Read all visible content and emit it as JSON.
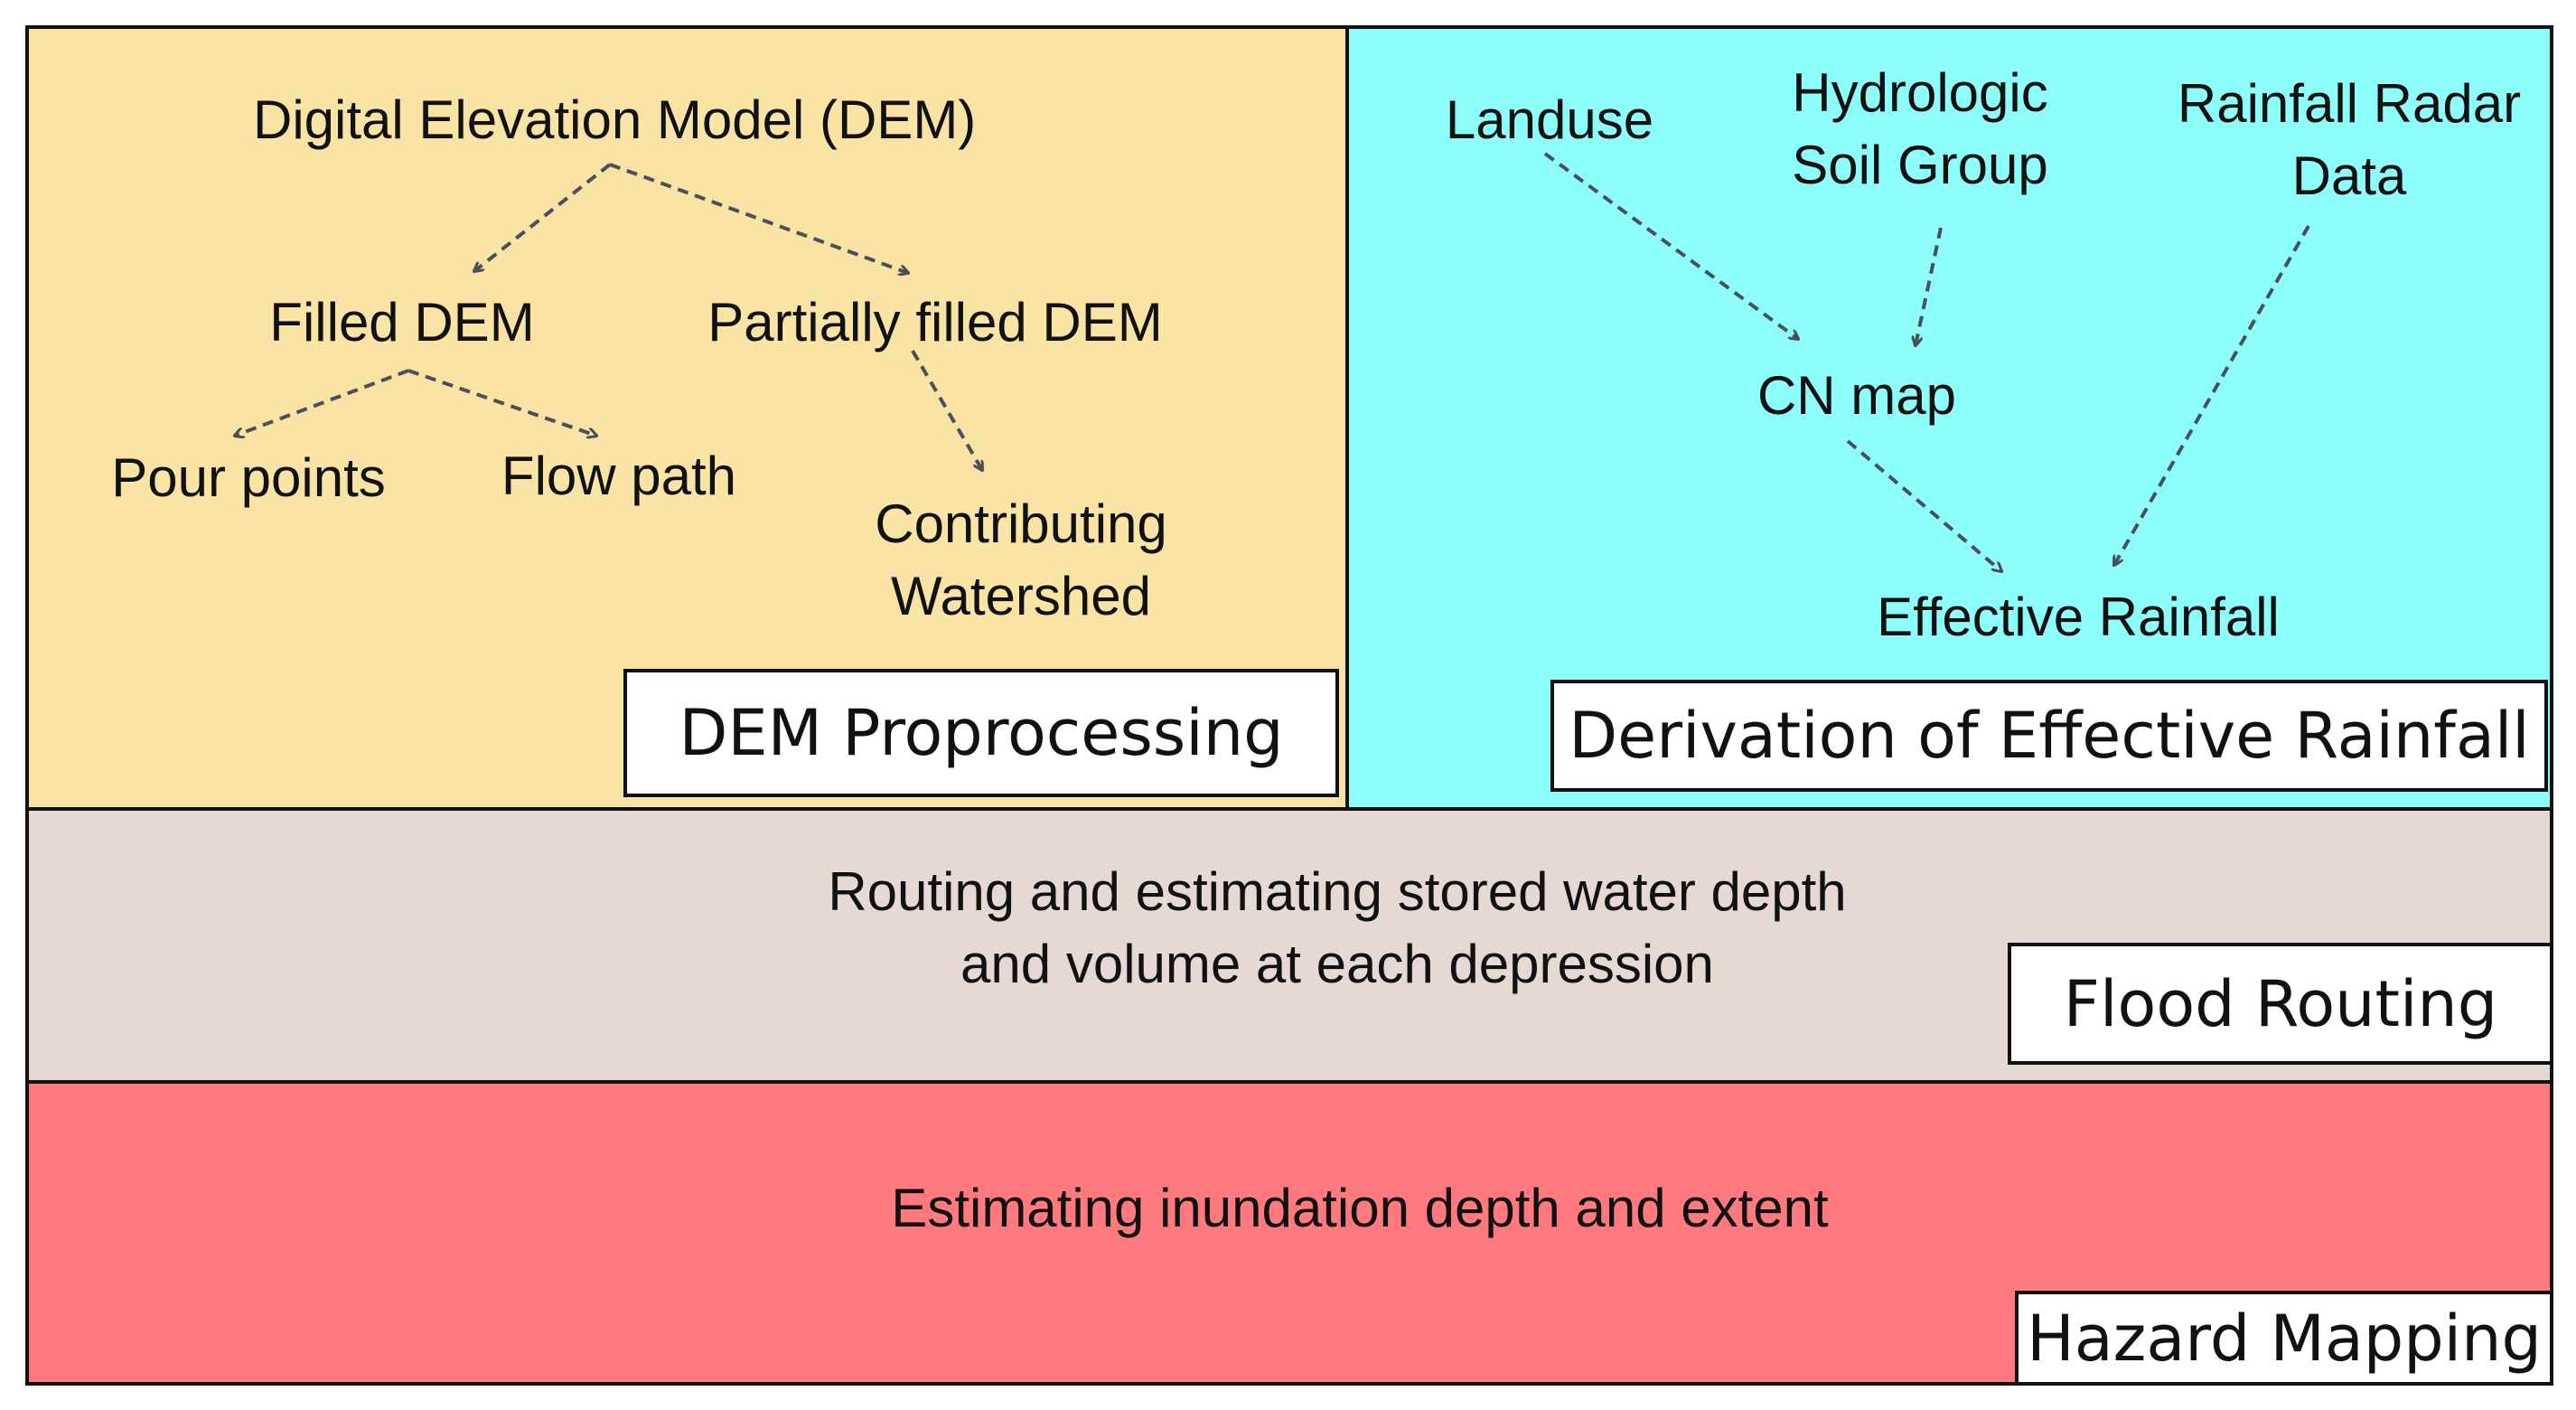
{
  "colors": {
    "dem_panel": "#f9e4a5",
    "rain_panel": "#8efefb",
    "route_panel": "#e6d9d3",
    "hazard_panel": "#fe7a7e",
    "arrow": "#4a4f5a"
  },
  "dem": {
    "dem": "Digital Elevation Model (DEM)",
    "filled": "Filled DEM",
    "partially": "Partially filled DEM",
    "pour": "Pour points",
    "flow": "Flow path",
    "contrib_1": "Contributing",
    "contrib_2": "Watershed",
    "box": "DEM Proprocessing"
  },
  "rain": {
    "landuse": "Landuse",
    "hydro_1": "Hydrologic",
    "hydro_2": "Soil Group",
    "radar_1": "Rainfall Radar",
    "radar_2": "Data",
    "cn": "CN map",
    "effective": "Effective Rainfall",
    "box": "Derivation of Effective Rainfall"
  },
  "route": {
    "line_1": "Routing and estimating stored water depth",
    "line_2": "and volume at each depression",
    "box": "Flood Routing"
  },
  "hazard": {
    "line_1": "Estimating inundation depth and extent",
    "box": "Hazard Mapping"
  }
}
